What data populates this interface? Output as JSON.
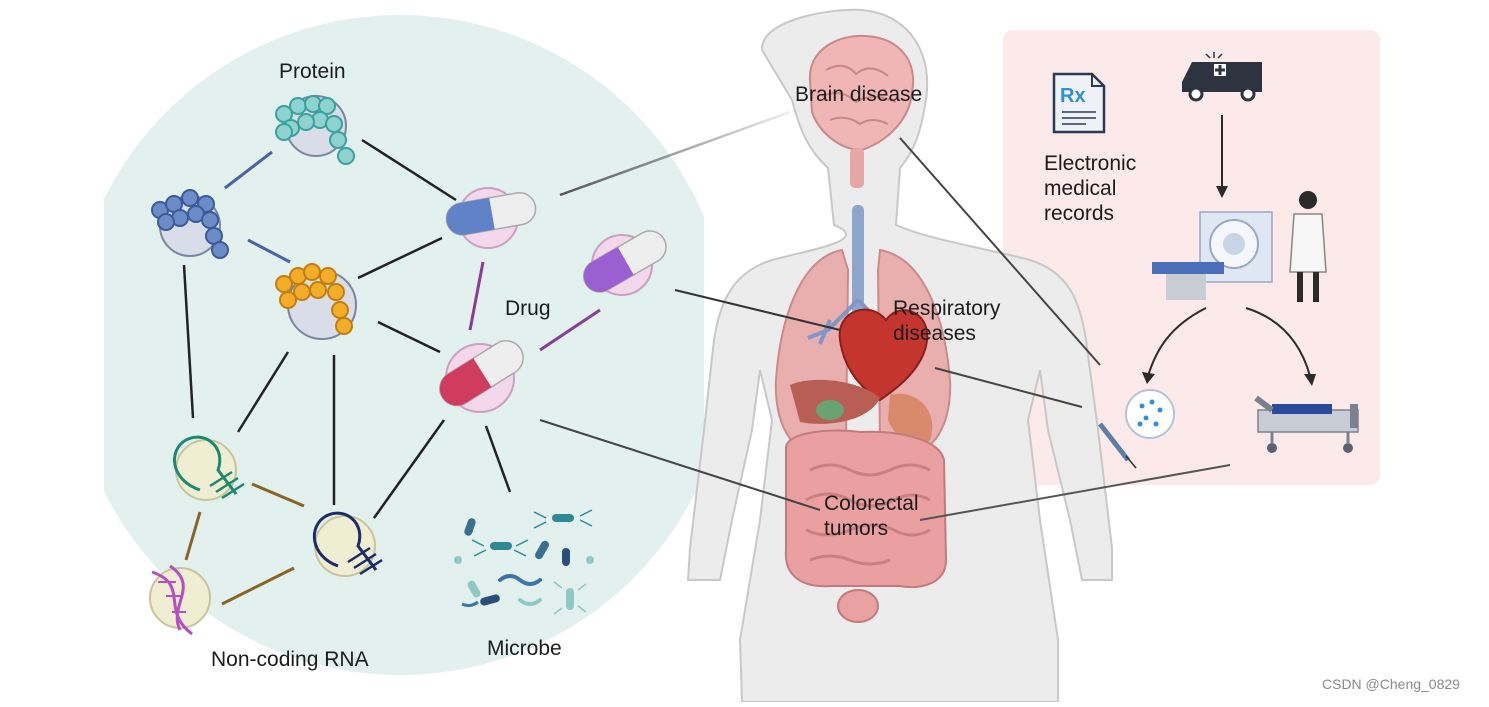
{
  "network": {
    "labels": {
      "protein": "Protein",
      "drug": "Drug",
      "ncrna": "Non-coding RNA",
      "microbe": "Microbe"
    }
  },
  "body": {
    "labels": {
      "brain": "Brain disease",
      "respiratory_l1": "Respiratory",
      "respiratory_l2": "diseases",
      "colorectal_l1": "Colorectal",
      "colorectal_l2": "tumors"
    }
  },
  "clinic": {
    "records_l1": "Electronic",
    "records_l2": "medical",
    "records_l3": "records",
    "rx_text": "Rx"
  },
  "watermark": "CSDN @Cheng_0829",
  "colors": {
    "network_bg": "#e2f0ee",
    "clinic_bg": "#fce9e9",
    "body_fill": "#ececec",
    "body_stroke": "#c8c8c8",
    "protein_teal": "#8fd3d0",
    "protein_blue": "#6b8cc7",
    "protein_orange": "#f3ad28",
    "rna_green": "#1a8a6e",
    "rna_navy": "#1d2a6b",
    "rna_purple": "#b84ec0",
    "drug_blue": "#5f82c9",
    "drug_purple": "#9a5fd0",
    "drug_red": "#d03c5d",
    "link_dark": "#222222",
    "link_blue": "#4a62a8",
    "link_purple": "#8b3b9a",
    "link_brown": "#8a6426"
  },
  "icons": [
    "protein-icon",
    "capsule-icon",
    "rna-hairpin-icon",
    "dna-helix-icon",
    "bacteria-icon",
    "prescription-icon",
    "ambulance-icon",
    "ct-scanner-icon",
    "doctor-icon",
    "syringe-icon",
    "hospital-bed-icon",
    "brain-icon",
    "heart-icon",
    "lungs-icon",
    "intestine-icon"
  ]
}
